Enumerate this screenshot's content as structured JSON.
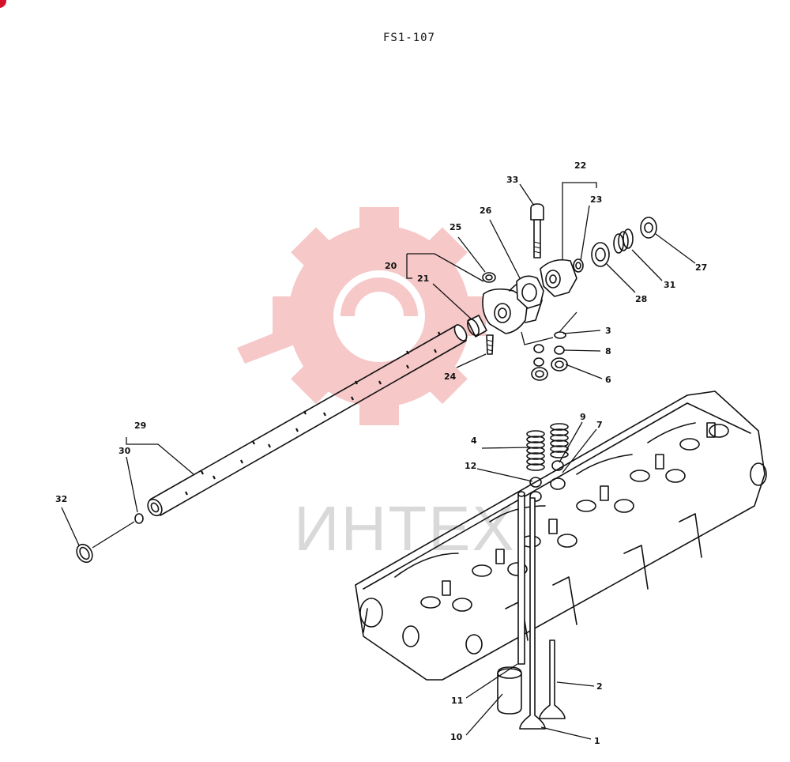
{
  "diagram": {
    "code": "FS1-107",
    "watermark": "ИНТЕХ",
    "labels": {
      "l1": "1",
      "l2": "2",
      "l3": "3",
      "l4": "4",
      "l6": "6",
      "l7": "7",
      "l8": "8",
      "l9": "9",
      "l10": "10",
      "l11": "11",
      "l12": "12",
      "l20": "20",
      "l21": "21",
      "l22": "22",
      "l23": "23",
      "l24": "24",
      "l25": "25",
      "l26": "26",
      "l27": "27",
      "l28": "28",
      "l29": "29",
      "l30": "30",
      "l31": "31",
      "l32": "32",
      "l33": "33"
    }
  },
  "colors": {
    "watermark": "#f4b6b6",
    "ink": "#111111",
    "corner_mark": "#d4102a"
  }
}
